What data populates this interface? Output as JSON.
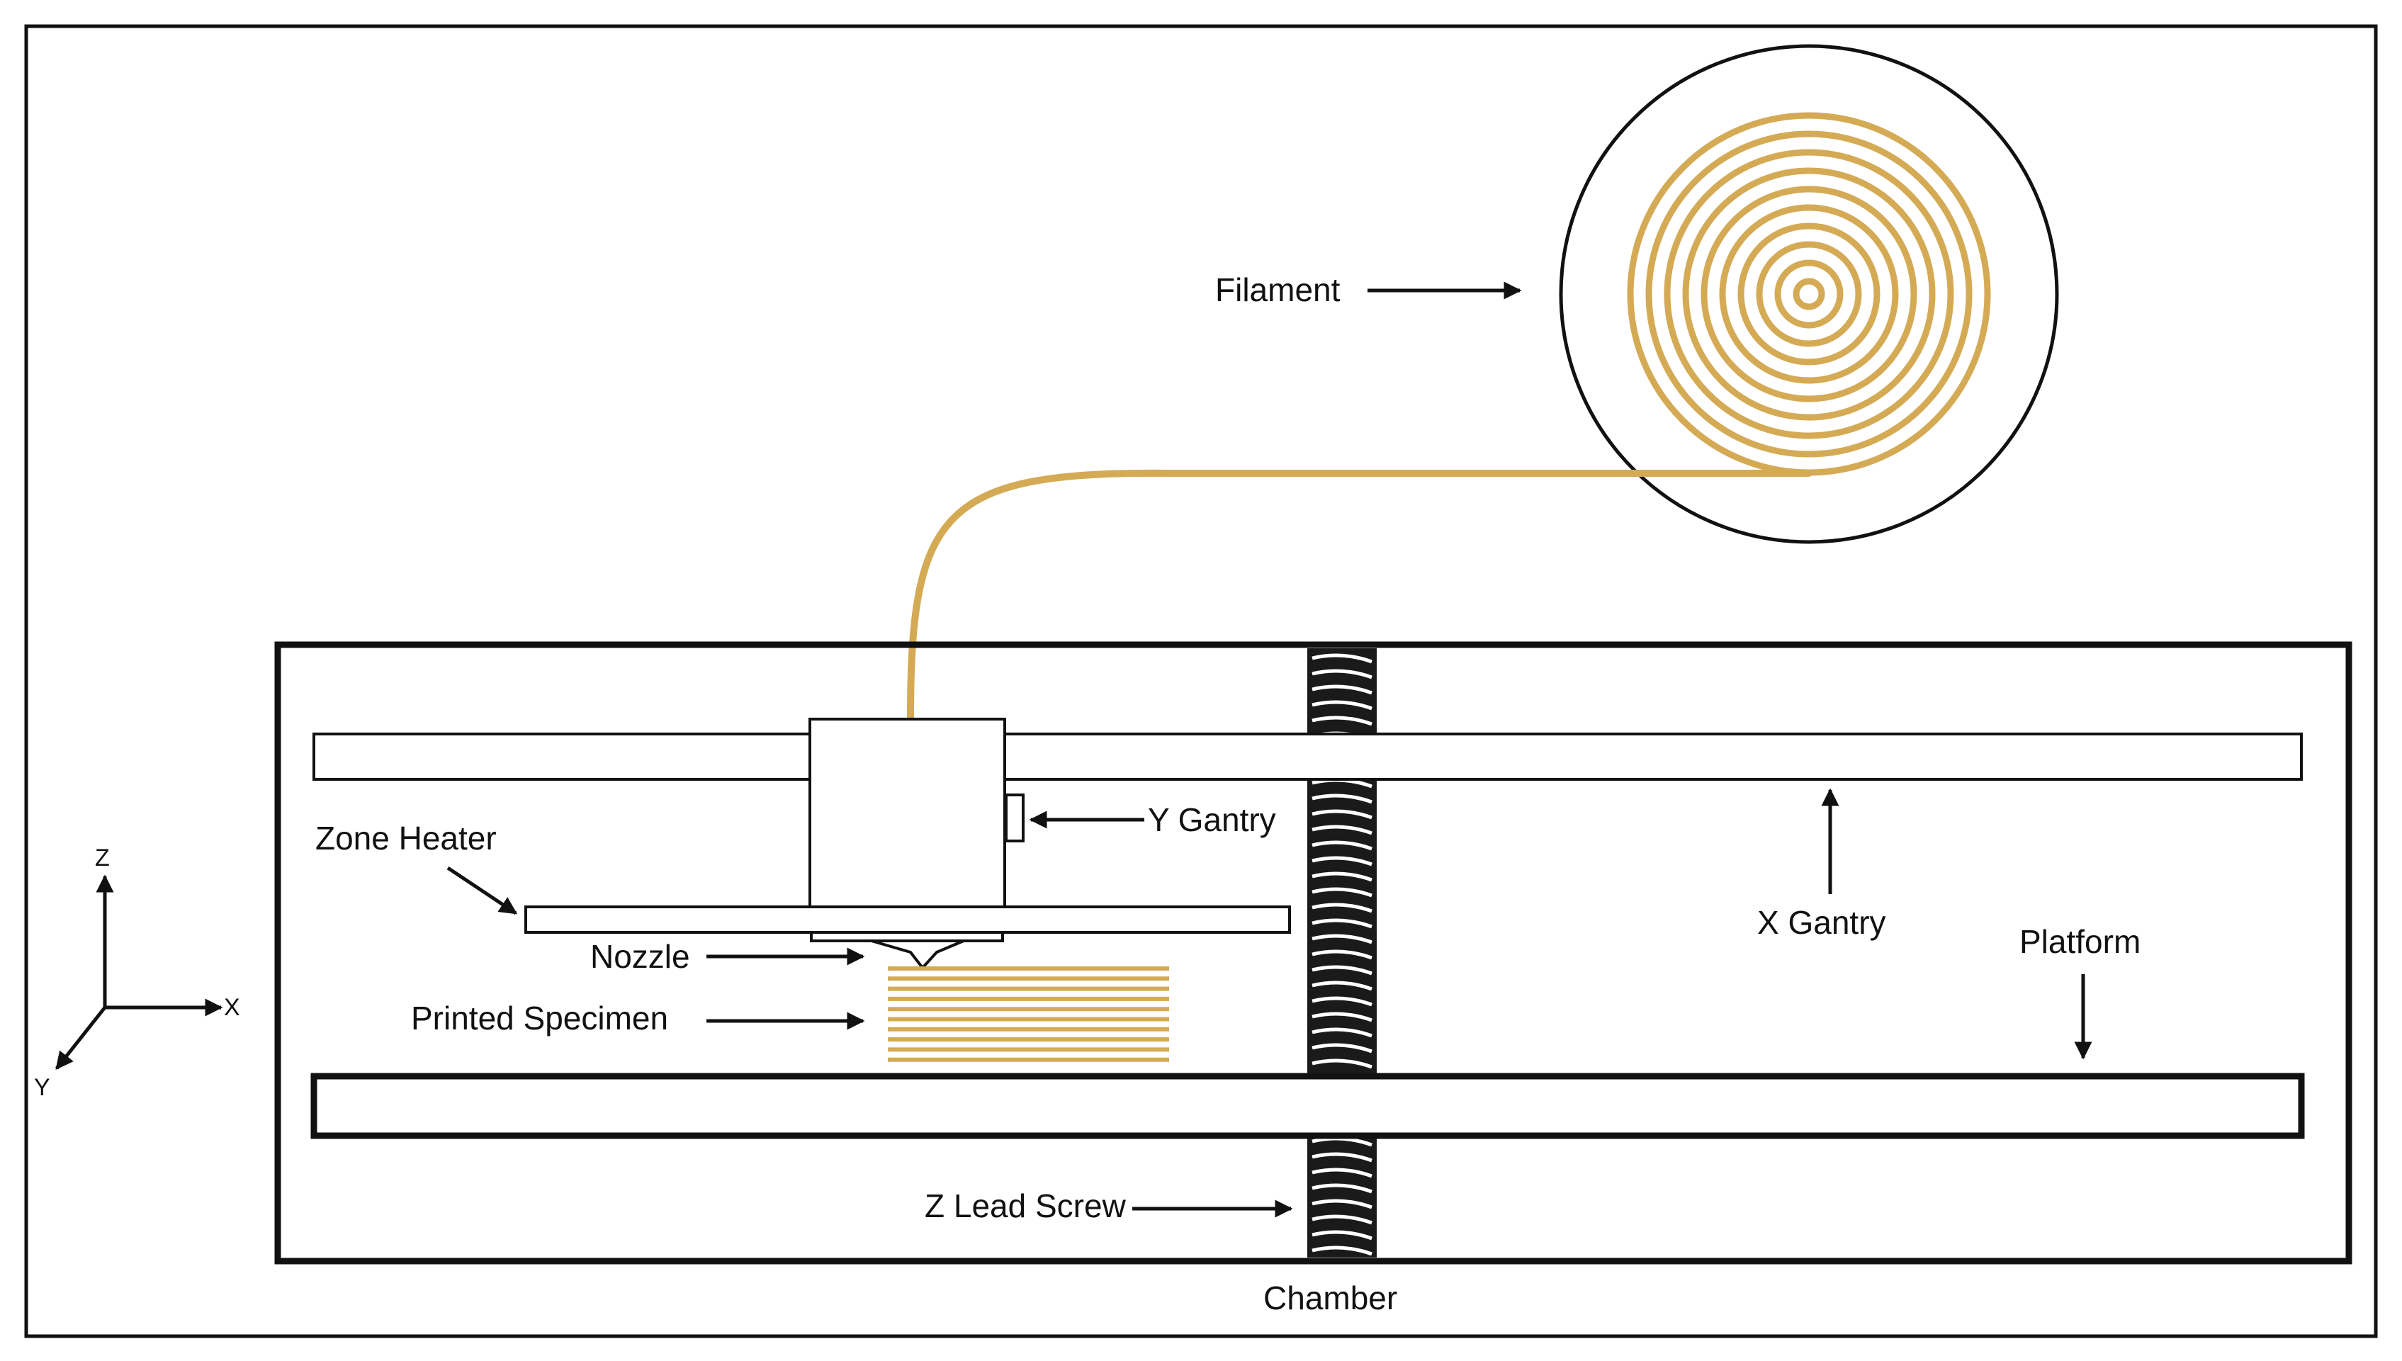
{
  "labels": {
    "filament": "Filament",
    "y_gantry": "Y Gantry",
    "zone_heater": "Zone Heater",
    "x_gantry": "X Gantry",
    "platform": "Platform",
    "nozzle": "Nozzle",
    "printed_specimen": "Printed Specimen",
    "z_lead_screw": "Z Lead Screw",
    "chamber": "Chamber"
  },
  "axes": {
    "z": "Z",
    "x": "X",
    "y": "Y"
  },
  "colors": {
    "filament": "#d4aa55",
    "line": "#111111",
    "background": "#ffffff"
  }
}
